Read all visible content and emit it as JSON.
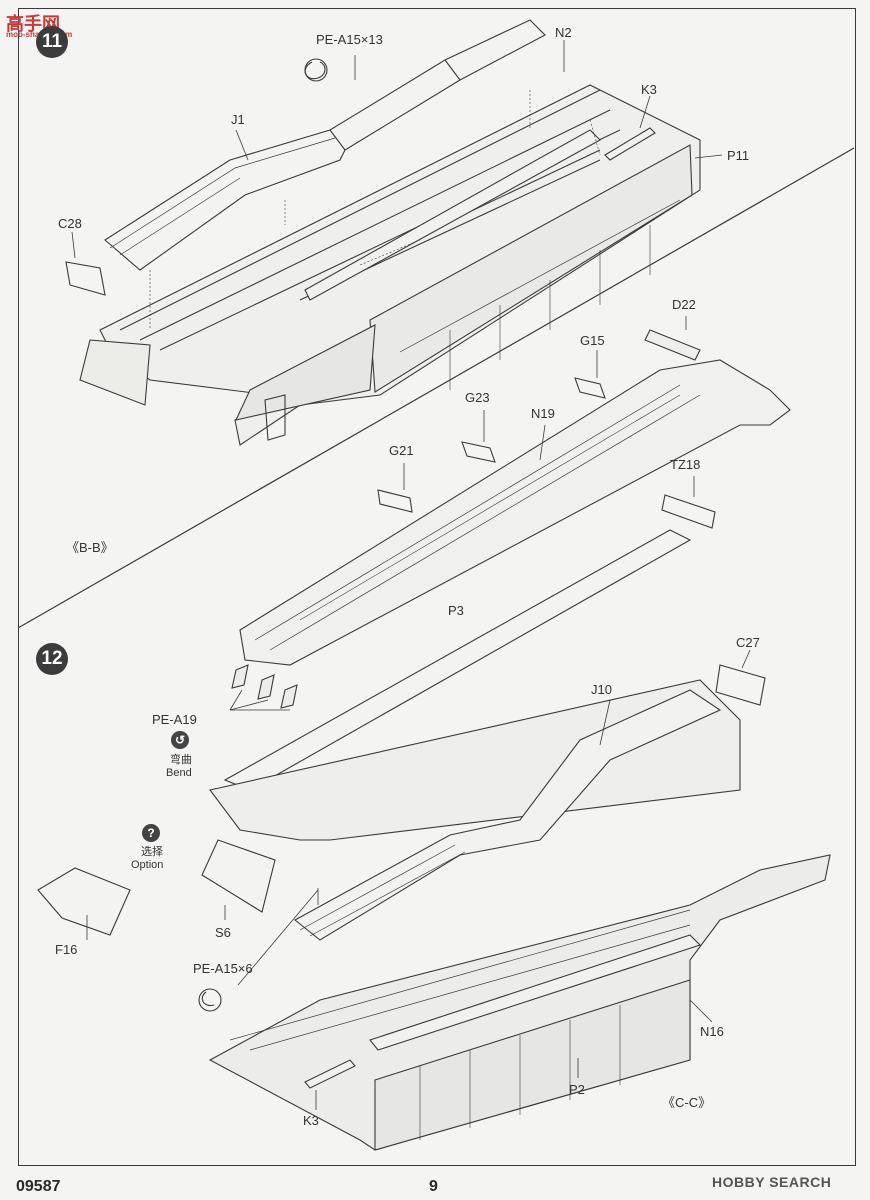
{
  "watermark": {
    "top_left": "高手网",
    "top_left_url": "moo-shaaou.com"
  },
  "steps": [
    {
      "number": "11"
    },
    {
      "number": "12"
    }
  ],
  "parts_step11": {
    "pe_a15x13": "PE-A15×13",
    "n2": "N2",
    "k3_top": "K3",
    "p11": "P11",
    "j1": "J1",
    "c28": "C28"
  },
  "parts_step12": {
    "d22": "D22",
    "g15": "G15",
    "g23": "G23",
    "n19": "N19",
    "g21": "G21",
    "tz18": "TZ18",
    "p3": "P3",
    "c27": "C27",
    "j10": "J10",
    "pe_a19": "PE-A19",
    "f16": "F16",
    "s6": "S6",
    "pe_a15x6": "PE-A15×6",
    "n16": "N16",
    "p2": "P2",
    "k3_bottom": "K3"
  },
  "notes": {
    "bend_cn": "弯曲",
    "bend_en": "Bend",
    "option_cn": "选择",
    "option_en": "Option",
    "view_bb": "《B-B》",
    "view_cc": "《C-C》"
  },
  "footer": {
    "kit_number": "09587",
    "page_number": "9",
    "site": "HOBBY SEARCH"
  }
}
